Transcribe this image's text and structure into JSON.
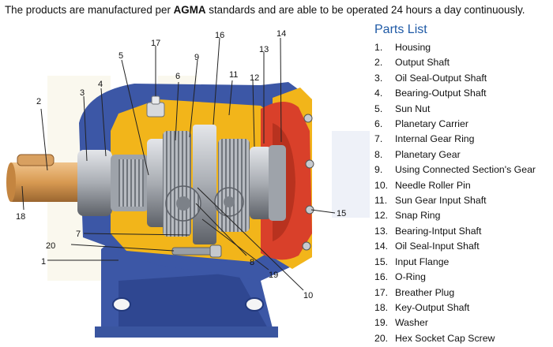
{
  "headline": {
    "prefix": "The products are manufactured per ",
    "emphasis": "AGMA",
    "suffix": " standards and are able to be operated 24 hours a day continuously."
  },
  "parts_list": {
    "title": "Parts List",
    "items": [
      {
        "number": "1.",
        "name": "Housing"
      },
      {
        "number": "2.",
        "name": "Output Shaft"
      },
      {
        "number": "3.",
        "name": "Oil Seal-Output Shaft"
      },
      {
        "number": "4.",
        "name": "Bearing-Output Shaft"
      },
      {
        "number": "5.",
        "name": "Sun Nut"
      },
      {
        "number": "6.",
        "name": "Planetary Carrier"
      },
      {
        "number": "7.",
        "name": "Internal Gear Ring"
      },
      {
        "number": "8.",
        "name": "Planetary Gear"
      },
      {
        "number": "9.",
        "name": "Using Connected Section's Gear"
      },
      {
        "number": "10.",
        "name": "Needle Roller Pin"
      },
      {
        "number": "11.",
        "name": "Sun Gear Input Shaft"
      },
      {
        "number": "12.",
        "name": "Snap Ring"
      },
      {
        "number": "13.",
        "name": "Bearing-Intput Shaft"
      },
      {
        "number": "14.",
        "name": "Oil Seal-Input Shaft"
      },
      {
        "number": "15.",
        "name": "Input Flange"
      },
      {
        "number": "16.",
        "name": "O-Ring"
      },
      {
        "number": "17.",
        "name": "Breather  Plug"
      },
      {
        "number": "18.",
        "name": "Key-Output Shaft"
      },
      {
        "number": "19.",
        "name": "Washer"
      },
      {
        "number": "20.",
        "name": "Hex Socket Cap Screw"
      }
    ]
  },
  "diagram": {
    "callouts": [
      "1",
      "2",
      "3",
      "4",
      "5",
      "6",
      "7",
      "8",
      "9",
      "10",
      "11",
      "12",
      "13",
      "14",
      "15",
      "16",
      "17",
      "18",
      "19",
      "20"
    ],
    "colors": {
      "housing": "#3c57a6",
      "flange": "#d9402a",
      "cutaway": "#f2b51a",
      "shaft": "#d89a52",
      "gear": "#a9adb3",
      "gear_dark": "#6f747b",
      "leader": "#222222"
    }
  }
}
